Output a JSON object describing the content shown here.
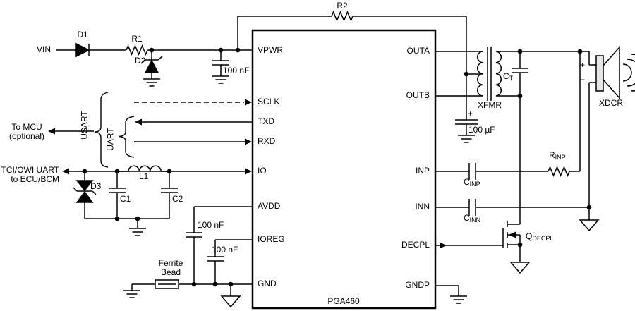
{
  "schematic": {
    "chip": {
      "name": "PGA460",
      "left_pins": [
        "VPWR",
        "SCLK",
        "TXD",
        "RXD",
        "IO",
        "AVDD",
        "IOREG",
        "GND"
      ],
      "right_pins": [
        "OUTA",
        "OUTB",
        "INP",
        "INN",
        "DECPL",
        "GNDP"
      ]
    },
    "labels": {
      "vin": "VIN",
      "d1": "D1",
      "r1": "R1",
      "d2": "D2",
      "r2": "R2",
      "cap_vpwr": "100 nF",
      "to_mcu_1": "To MCU",
      "to_mcu_2": "(optional)",
      "usart": "USART",
      "uart": "UART",
      "tci_1": "TCI/OWI UART",
      "tci_2": "to ECU/BCM",
      "d3": "D3",
      "l1": "L1",
      "c1": "C1",
      "c2": "C2",
      "cap_avdd": "100 nF",
      "cap_ioreg": "100 nF",
      "ferrite_1": "Ferrite",
      "ferrite_2": "Bead",
      "xfmr": "XFMR",
      "ct_base": "C",
      "ct_sub": "T",
      "bulk_plus": "+",
      "cap_bulk": "100 µF",
      "xdcr": "XDCR",
      "xdcr_plus": "+",
      "xdcr_minus": "−",
      "rinp_base": "R",
      "rinp_sub": "INP",
      "cinp_base": "C",
      "cinp_sub": "INP",
      "cinn_base": "C",
      "cinn_sub": "INN",
      "qdecpl_base": "Q",
      "qdecpl_sub": "DECPL"
    },
    "colors": {
      "line": "#000000",
      "background": "#ffffff",
      "xdcr_fill": "#e6e6e6"
    }
  }
}
